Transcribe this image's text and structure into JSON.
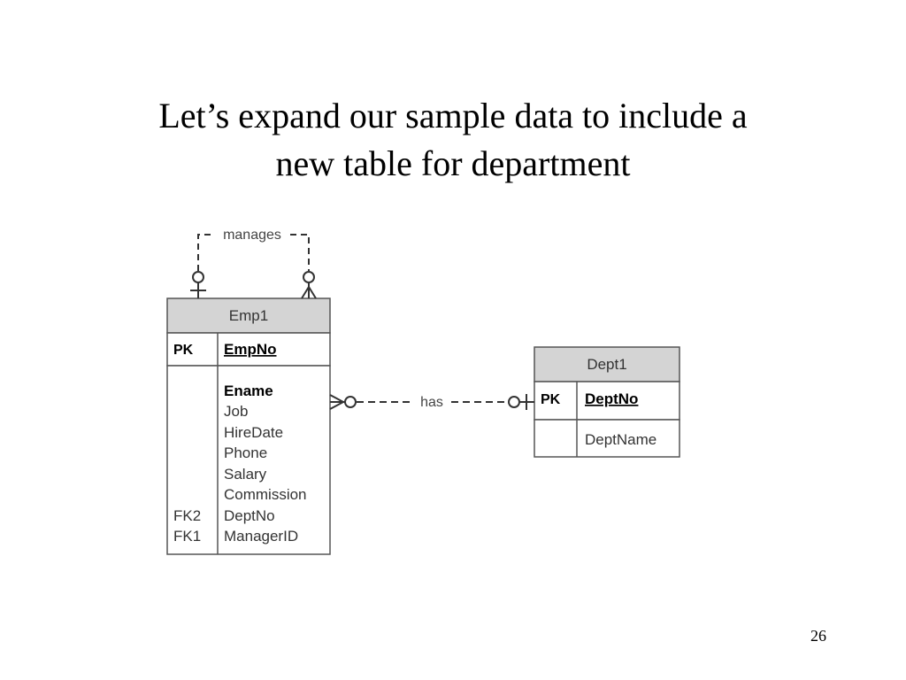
{
  "slide": {
    "title_line1": "Let’s expand our sample data to include a",
    "title_line2": "new table for department",
    "page_number": "26"
  },
  "diagram": {
    "entities": [
      {
        "name": "Emp1",
        "primary_key": {
          "marker": "PK",
          "field": "EmpNo"
        },
        "attributes": [
          {
            "marker": "",
            "field": "Ename",
            "bold": true
          },
          {
            "marker": "",
            "field": "Job"
          },
          {
            "marker": "",
            "field": "HireDate"
          },
          {
            "marker": "",
            "field": "Phone"
          },
          {
            "marker": "",
            "field": "Salary"
          },
          {
            "marker": "",
            "field": "Commission"
          },
          {
            "marker": "FK2",
            "field": "DeptNo"
          },
          {
            "marker": "FK1",
            "field": "ManagerID"
          }
        ]
      },
      {
        "name": "Dept1",
        "primary_key": {
          "marker": "PK",
          "field": "DeptNo"
        },
        "attributes": [
          {
            "marker": "",
            "field": "DeptName"
          }
        ]
      }
    ],
    "relationships": [
      {
        "label": "manages",
        "from": "Emp1",
        "to": "Emp1",
        "from_cardinality": "zero-or-one",
        "to_cardinality": "zero-or-many"
      },
      {
        "label": "has",
        "from": "Dept1",
        "to": "Emp1",
        "from_cardinality": "zero-or-one",
        "to_cardinality": "zero-or-many"
      }
    ]
  }
}
